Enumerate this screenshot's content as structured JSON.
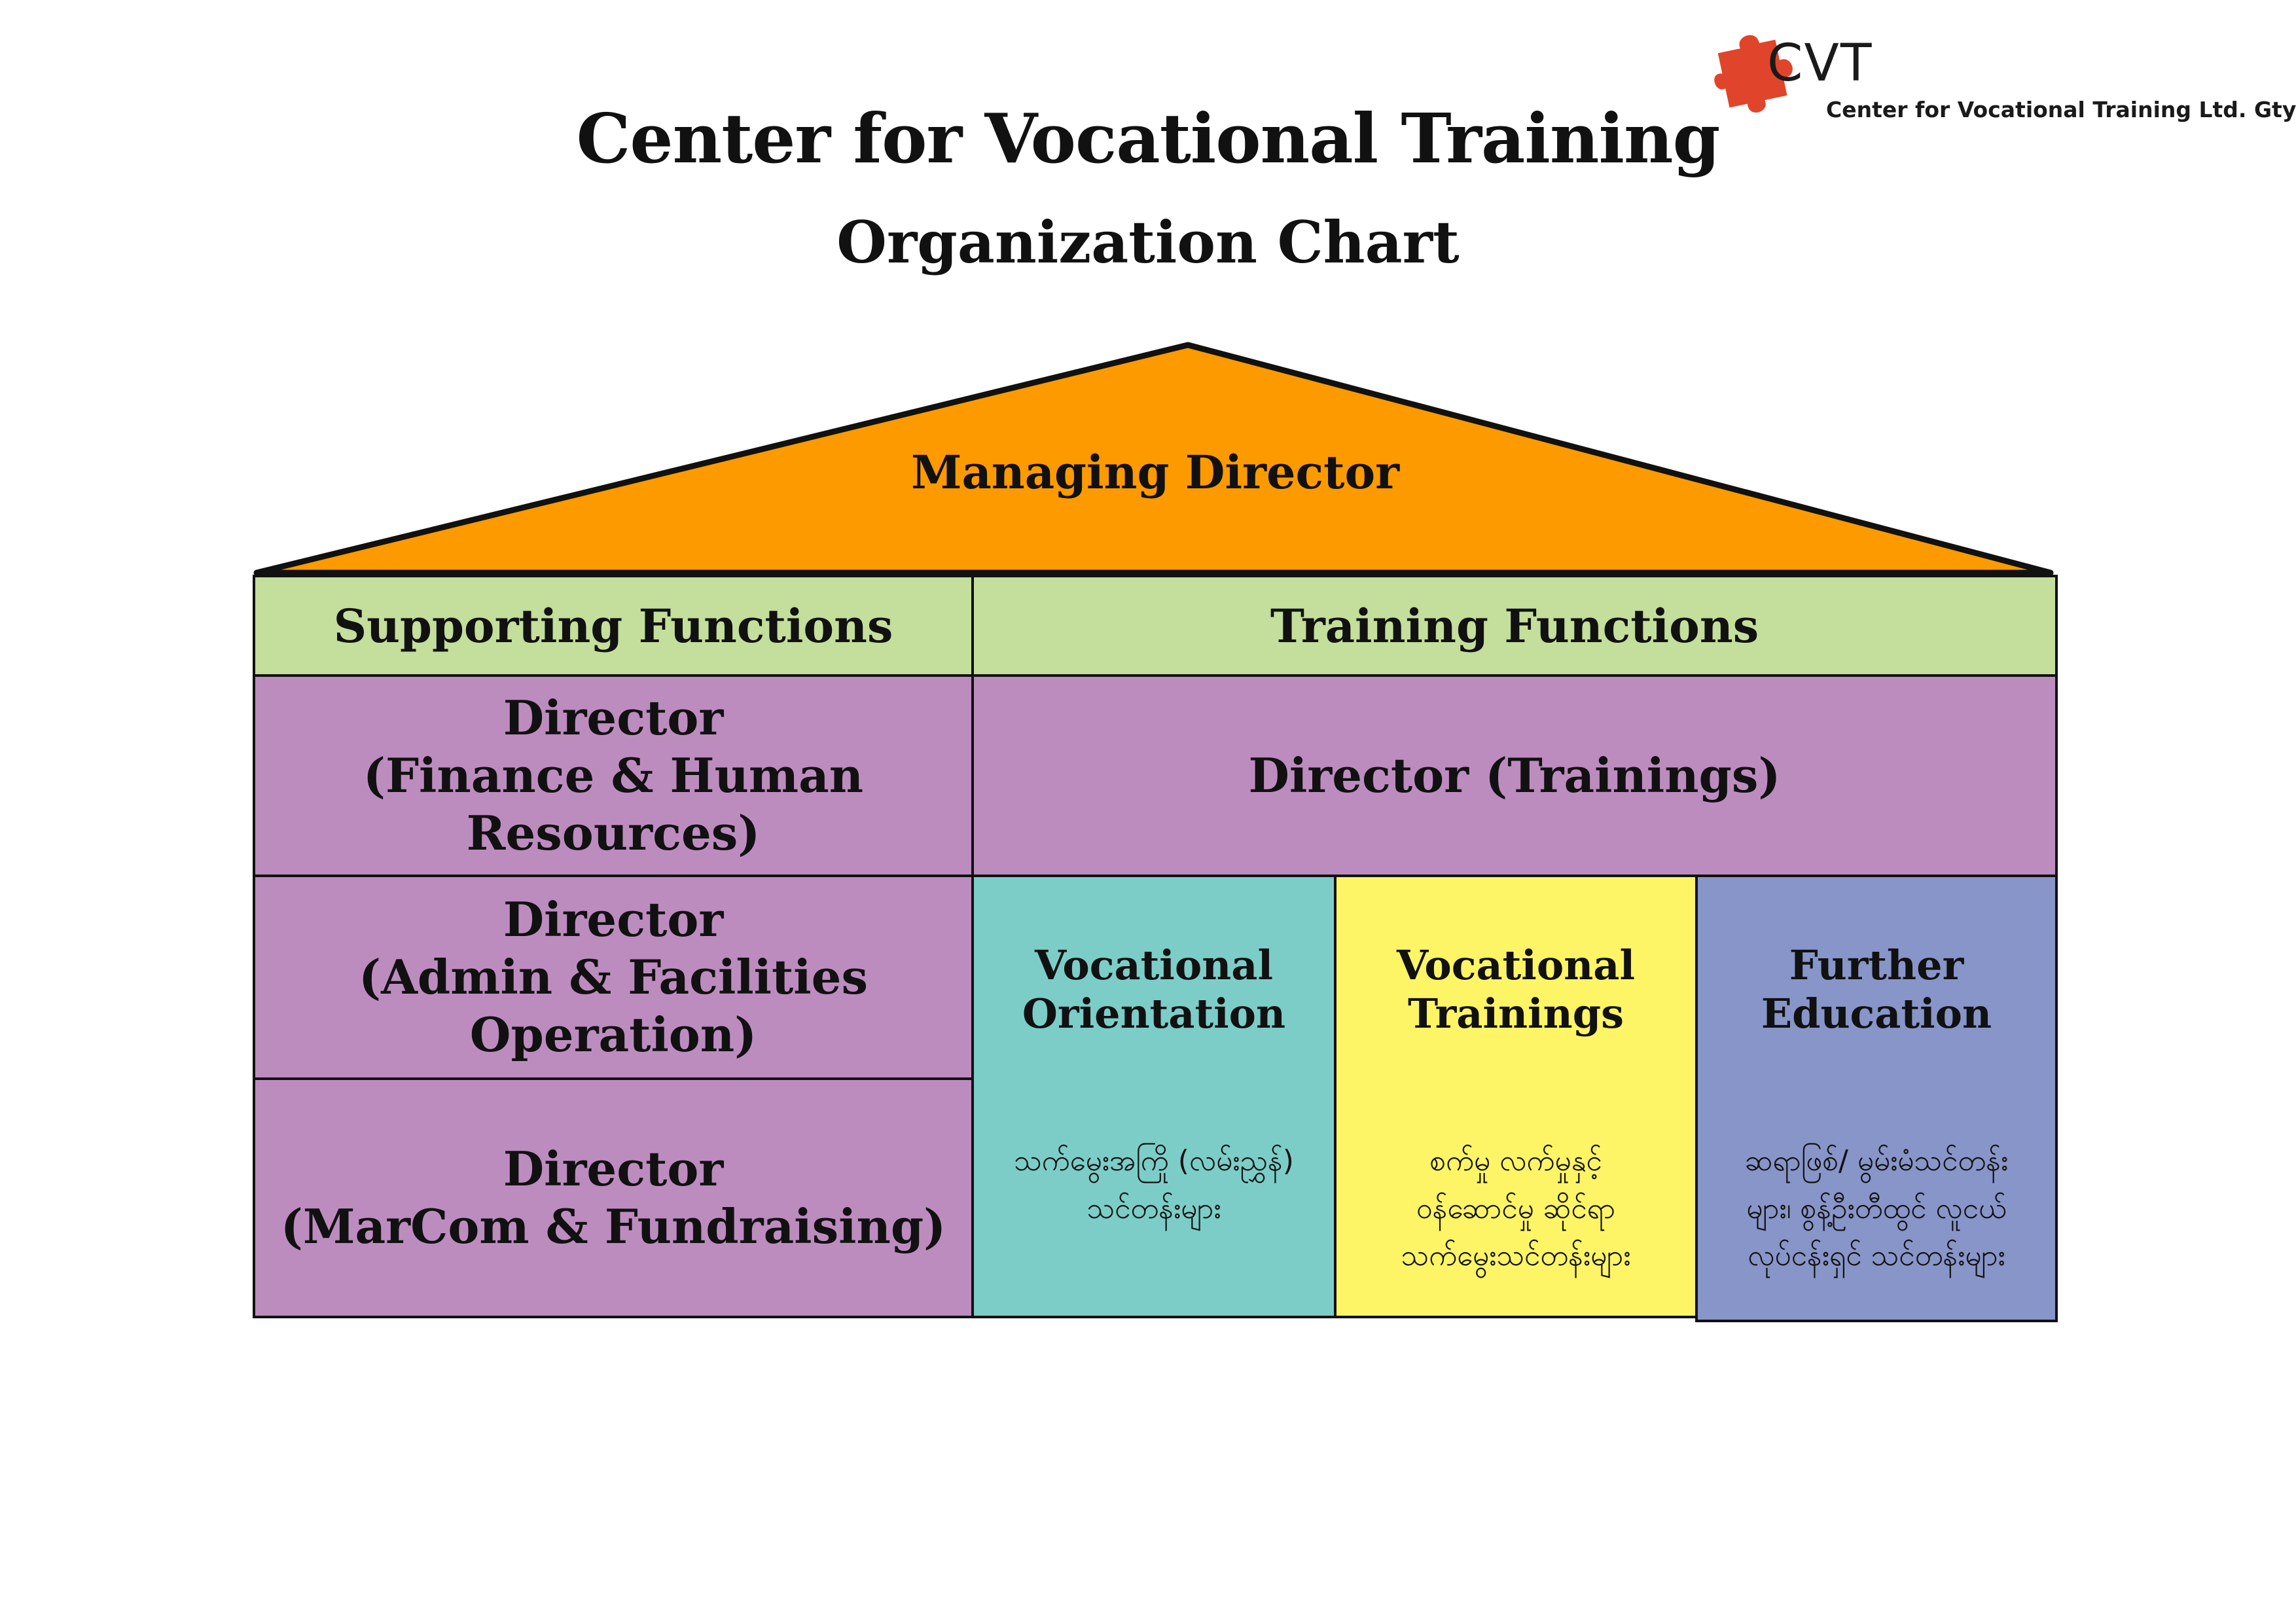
{
  "header": {
    "title": "Center for Vocational Training",
    "subtitle": "Organization Chart"
  },
  "logo": {
    "mark": "CVT",
    "company": "Center for Vocational Training Ltd. Gty",
    "icon": "puzzle-piece-icon",
    "color": "#e0452b"
  },
  "roof": {
    "label": "Managing Director",
    "color": "#fc9a00"
  },
  "functions": {
    "supporting": "Supporting Functions",
    "training": "Training Functions",
    "color": "#c4de9b"
  },
  "directors": {
    "finance": [
      "Director",
      "(Finance & Human Resources)"
    ],
    "admin": [
      "Director",
      "(Admin & Facilities Operation)"
    ],
    "marcom": [
      "Director",
      "(MarCom & Fundraising)"
    ],
    "trainings": "Director (Trainings)",
    "color": "#bd8cbf"
  },
  "training_areas": [
    {
      "title": [
        "Vocational",
        "Orientation"
      ],
      "desc": [
        "သက်မွေးအကြို (လမ်းညွှန်)",
        "သင်တန်းများ"
      ],
      "color": "#7ccdc8"
    },
    {
      "title": [
        "Vocational",
        "Trainings"
      ],
      "desc": [
        "စက်မှု လက်မှုနှင့်",
        "ဝန်ဆောင်မှု ဆိုင်ရာ",
        "သက်မွေးသင်တန်းများ"
      ],
      "color": "#fdf466"
    },
    {
      "title": [
        "Further",
        "Education"
      ],
      "desc": [
        "ဆရာဖြစ်/ မွမ်းမံသင်တန်း",
        "များ၊ စွန့်ဦးတီထွင် လူငယ်",
        "လုပ်ငန်းရှင် သင်တန်းများ"
      ],
      "color": "#8795c8"
    }
  ]
}
